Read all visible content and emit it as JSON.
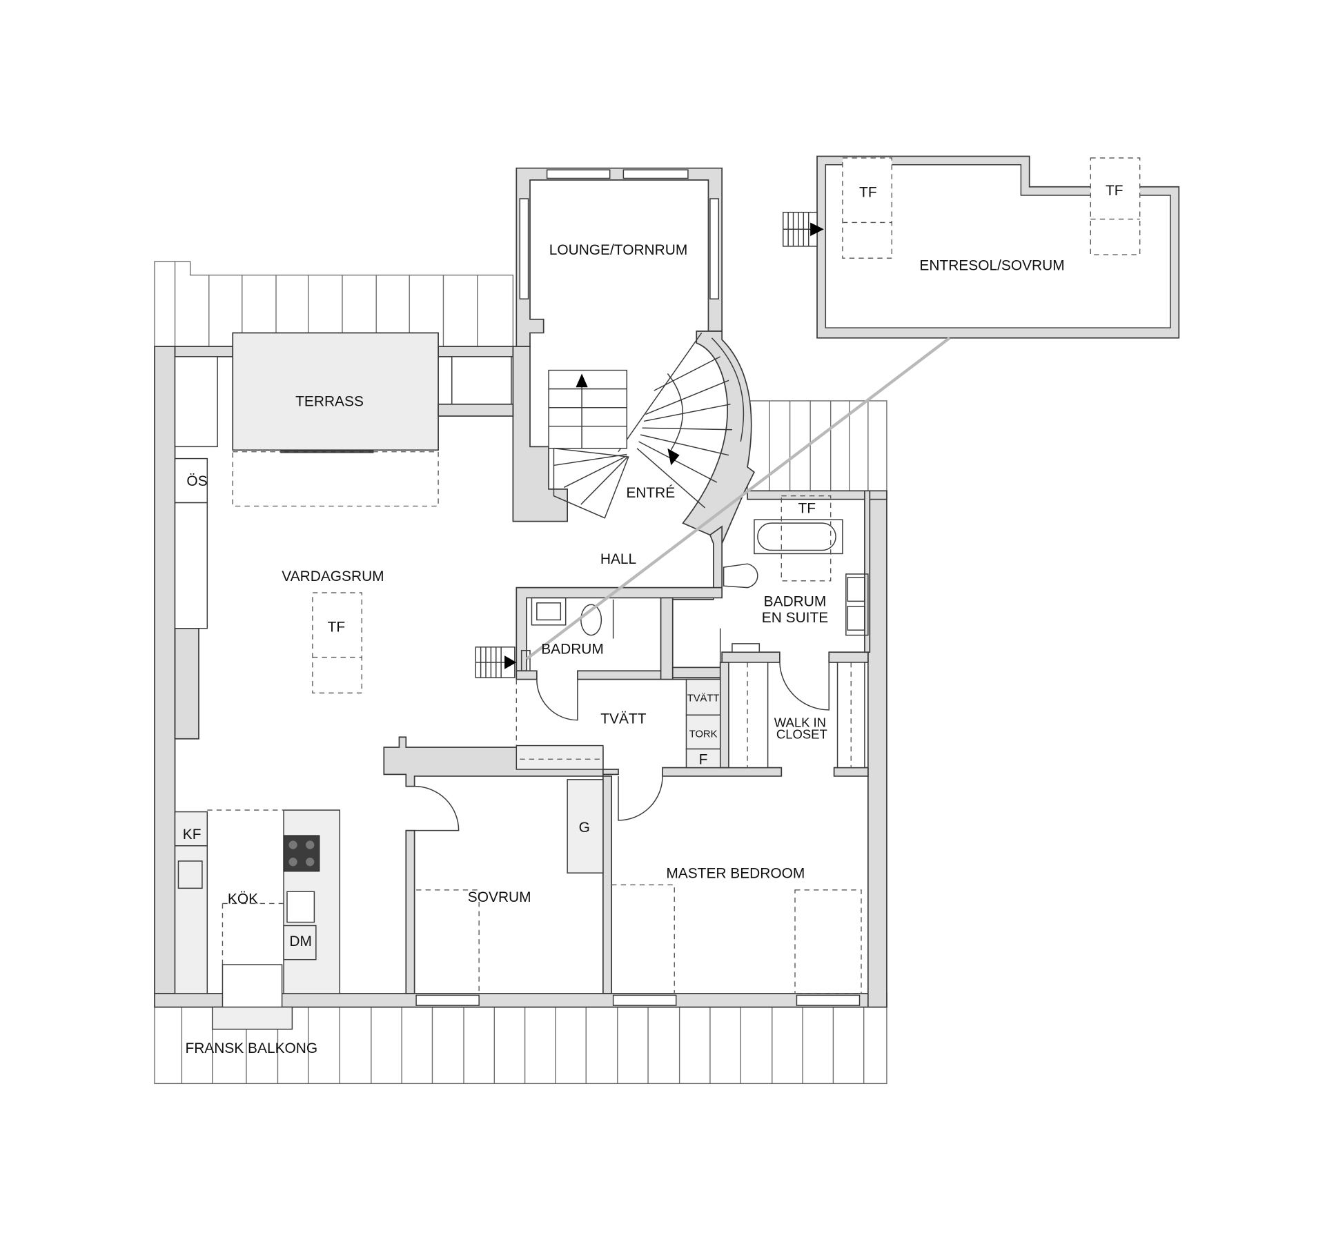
{
  "plan": {
    "rooms": {
      "lounge": "LOUNGE/TORNRUM",
      "entresol": "ENTRESOL/SOVRUM",
      "terrass": "TERRASS",
      "entre": "ENTRÉ",
      "hall": "HALL",
      "vardagsrum": "VARDAGSRUM",
      "badrum": "BADRUM",
      "badrum_en_suite_line1": "BADRUM",
      "badrum_en_suite_line2": "EN SUITE",
      "tvatt": "TVÄTT",
      "walk_in_line1": "WALK IN",
      "walk_in_line2": "CLOSET",
      "kok": "KÖK",
      "sovrum": "SOVRUM",
      "master_bedroom": "MASTER BEDROOM",
      "fransk_balkong": "FRANSK BALKONG"
    },
    "fixtures": {
      "tf_entresol_1": "TF",
      "tf_entresol_2": "TF",
      "tf_vardagsrum": "TF",
      "tf_en_suite": "TF",
      "os": "ÖS",
      "kf": "KF",
      "dm": "DM",
      "g": "G",
      "tvatt_machine": "TVÄTT",
      "tork": "TORK",
      "f": "F"
    },
    "colors": {
      "wall": "#dcdcdc",
      "line": "#3a3a3a",
      "connector": "#b9b9b9",
      "stove": "#3c3c3c"
    }
  }
}
